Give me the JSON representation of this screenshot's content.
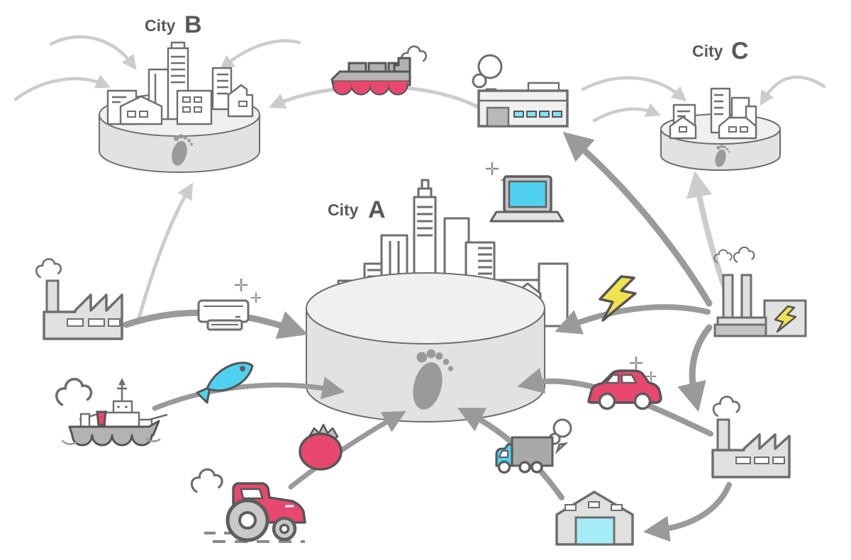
{
  "diagram": {
    "kind": "city-carbon-footprint-flow-illustration",
    "cities": {
      "a": {
        "prefix": "City",
        "letter": "A"
      },
      "b": {
        "prefix": "City",
        "letter": "B"
      },
      "c": {
        "prefix": "City",
        "letter": "C"
      }
    },
    "icons": [
      "footprint-icon",
      "container-ship-icon",
      "goods-factory-icon",
      "laptop-icon",
      "air-conditioner-icon",
      "factory-icon",
      "fishing-ship-icon",
      "fish-icon",
      "tomato-icon",
      "tractor-icon",
      "truck-icon",
      "warehouse-icon",
      "car-icon",
      "lightning-bolt-icon",
      "power-plant-icon",
      "smoke-icon",
      "sparkle-icon"
    ],
    "colors": {
      "outline": "#6e6e6e",
      "outline_dark": "#555555",
      "arrow_dark": "#9a9a9a",
      "arrow_light": "#cccccc",
      "platform_side": "#e2e2e2",
      "platform_top": "#f0f0f0",
      "footprint": "#9a9a9a",
      "accent_red": "#e8486d",
      "accent_cyan": "#4fd2f0",
      "accent_cyan_light": "#a5ecf7",
      "accent_yellow": "#f0e24e",
      "gray_fill": "#b3b3b3",
      "light_gray_fill": "#e0e0e0",
      "text": "#595959"
    }
  }
}
